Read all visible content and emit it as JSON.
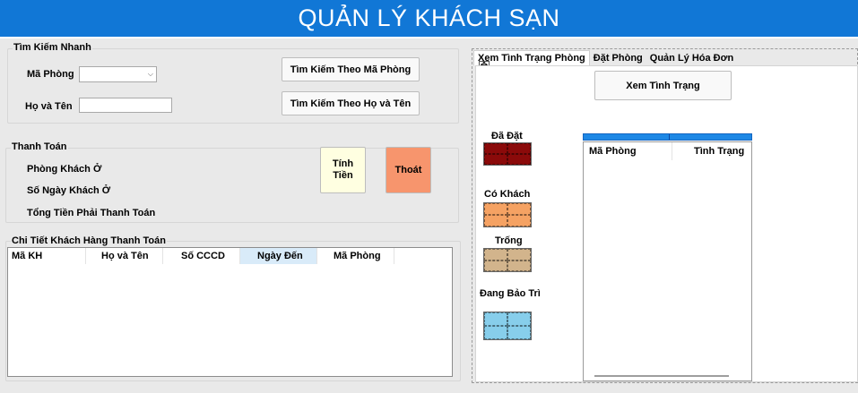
{
  "app": {
    "title": "QUẢN LÝ KHÁCH SẠN",
    "accent": "#1177d6"
  },
  "quick_search": {
    "group_label": "Tìm Kiếm Nhanh",
    "room_id_label": "Mã Phòng",
    "room_id_value": "",
    "name_label": "Họ và Tên",
    "name_value": "",
    "search_by_room_button": "Tìm Kiếm Theo Mã Phòng",
    "search_by_name_button": "Tìm Kiếm Theo Họ và Tên"
  },
  "payment": {
    "group_label": "Thanh Toán",
    "room_label": "Phòng Khách Ở",
    "days_label": "Số Ngày Khách Ở",
    "total_label": "Tổng Tiền Phải Thanh Toán",
    "calc_button": "Tính Tiền",
    "exit_button": "Thoát",
    "calc_color": "#ffffe1",
    "exit_color": "#f7956d"
  },
  "customer_details": {
    "group_label": "Chi Tiết Khách Hàng Thanh Toán",
    "columns": [
      "Mã KH",
      "Họ và Tên",
      "Số CCCD",
      "Ngày Đến",
      "Mã Phòng"
    ],
    "rows": []
  },
  "tabs": [
    "Xem Tình Trạng Phòng",
    "Đặt Phòng",
    "Quản Lý Hóa Đơn"
  ],
  "room_status": {
    "view_button": "Xem Tình Trạng",
    "legend": [
      {
        "label": "Đã Đặt",
        "color": "#8b0a0a"
      },
      {
        "label": "Có Khách",
        "color": "#f5a263"
      },
      {
        "label": "Trống",
        "color": "#d2b48c"
      },
      {
        "label": "Đang Bảo Trì",
        "color": "#87ceeb"
      }
    ],
    "list_columns": [
      "Mã Phòng",
      "Tình Trạng"
    ],
    "list_rows": [],
    "bar_color": "#1e88e5"
  }
}
